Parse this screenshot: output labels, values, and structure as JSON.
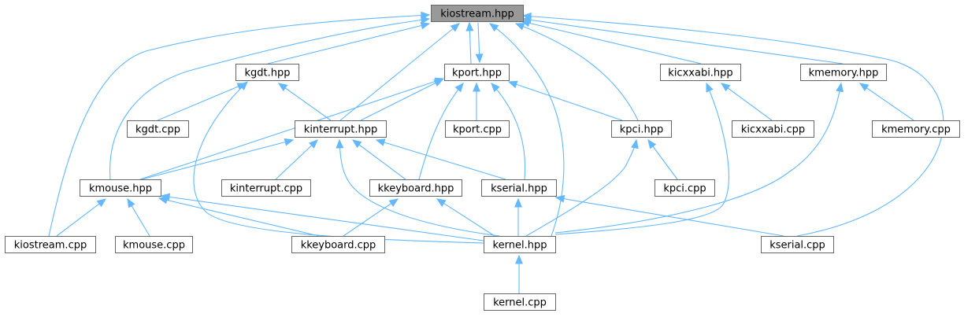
{
  "graph": {
    "nodes": [
      {
        "id": "kiostream_hpp",
        "label": "kiostream.hpp",
        "highlighted": true
      },
      {
        "id": "kgdt_hpp",
        "label": "kgdt.hpp"
      },
      {
        "id": "kport_hpp",
        "label": "kport.hpp"
      },
      {
        "id": "kicxxabi_hpp",
        "label": "kicxxabi.hpp"
      },
      {
        "id": "kmemory_hpp",
        "label": "kmemory.hpp"
      },
      {
        "id": "kgdt_cpp",
        "label": "kgdt.cpp"
      },
      {
        "id": "kinterrupt_hpp",
        "label": "kinterrupt.hpp"
      },
      {
        "id": "kport_cpp",
        "label": "kport.cpp"
      },
      {
        "id": "kpci_hpp",
        "label": "kpci.hpp"
      },
      {
        "id": "kicxxabi_cpp",
        "label": "kicxxabi.cpp"
      },
      {
        "id": "kmemory_cpp",
        "label": "kmemory.cpp"
      },
      {
        "id": "kmouse_hpp",
        "label": "kmouse.hpp"
      },
      {
        "id": "kinterrupt_cpp",
        "label": "kinterrupt.cpp"
      },
      {
        "id": "kkeyboard_hpp",
        "label": "kkeyboard.hpp"
      },
      {
        "id": "kserial_hpp",
        "label": "kserial.hpp"
      },
      {
        "id": "kpci_cpp",
        "label": "kpci.cpp"
      },
      {
        "id": "kiostream_cpp",
        "label": "kiostream.cpp"
      },
      {
        "id": "kmouse_cpp",
        "label": "kmouse.cpp"
      },
      {
        "id": "kkeyboard_cpp",
        "label": "kkeyboard.cpp"
      },
      {
        "id": "kernel_hpp",
        "label": "kernel.hpp"
      },
      {
        "id": "kserial_cpp",
        "label": "kserial.cpp"
      },
      {
        "id": "kernel_cpp",
        "label": "kernel.cpp"
      }
    ],
    "edges": [
      {
        "from": "kgdt_hpp",
        "to": "kiostream_hpp"
      },
      {
        "from": "kport_hpp",
        "to": "kiostream_hpp"
      },
      {
        "from": "kiostream_hpp",
        "to": "kport_hpp"
      },
      {
        "from": "kicxxabi_hpp",
        "to": "kiostream_hpp"
      },
      {
        "from": "kmemory_hpp",
        "to": "kiostream_hpp"
      },
      {
        "from": "kinterrupt_hpp",
        "to": "kiostream_hpp"
      },
      {
        "from": "kpci_hpp",
        "to": "kiostream_hpp"
      },
      {
        "from": "kmouse_hpp",
        "to": "kiostream_hpp"
      },
      {
        "from": "kiostream_cpp",
        "to": "kiostream_hpp"
      },
      {
        "from": "kernel_hpp",
        "to": "kiostream_hpp"
      },
      {
        "from": "kserial_cpp",
        "to": "kiostream_hpp"
      },
      {
        "from": "kgdt_cpp",
        "to": "kgdt_hpp"
      },
      {
        "from": "kinterrupt_hpp",
        "to": "kgdt_hpp"
      },
      {
        "from": "kernel_hpp",
        "to": "kgdt_hpp"
      },
      {
        "from": "kinterrupt_hpp",
        "to": "kport_hpp"
      },
      {
        "from": "kport_cpp",
        "to": "kport_hpp"
      },
      {
        "from": "kpci_hpp",
        "to": "kport_hpp"
      },
      {
        "from": "kmouse_hpp",
        "to": "kport_hpp"
      },
      {
        "from": "kkeyboard_hpp",
        "to": "kport_hpp"
      },
      {
        "from": "kserial_hpp",
        "to": "kport_hpp"
      },
      {
        "from": "kicxxabi_cpp",
        "to": "kicxxabi_hpp"
      },
      {
        "from": "kernel_hpp",
        "to": "kicxxabi_hpp"
      },
      {
        "from": "kmemory_cpp",
        "to": "kmemory_hpp"
      },
      {
        "from": "kernel_hpp",
        "to": "kmemory_hpp"
      },
      {
        "from": "kmouse_hpp",
        "to": "kinterrupt_hpp"
      },
      {
        "from": "kinterrupt_cpp",
        "to": "kinterrupt_hpp"
      },
      {
        "from": "kkeyboard_hpp",
        "to": "kinterrupt_hpp"
      },
      {
        "from": "kserial_hpp",
        "to": "kinterrupt_hpp"
      },
      {
        "from": "kernel_hpp",
        "to": "kinterrupt_hpp"
      },
      {
        "from": "kpci_cpp",
        "to": "kpci_hpp"
      },
      {
        "from": "kernel_hpp",
        "to": "kpci_hpp"
      },
      {
        "from": "kiostream_cpp",
        "to": "kmouse_hpp"
      },
      {
        "from": "kmouse_cpp",
        "to": "kmouse_hpp"
      },
      {
        "from": "kkeyboard_cpp",
        "to": "kmouse_hpp"
      },
      {
        "from": "kernel_hpp",
        "to": "kmouse_hpp"
      },
      {
        "from": "kkeyboard_cpp",
        "to": "kkeyboard_hpp"
      },
      {
        "from": "kernel_hpp",
        "to": "kkeyboard_hpp"
      },
      {
        "from": "kernel_hpp",
        "to": "kserial_hpp"
      },
      {
        "from": "kserial_cpp",
        "to": "kserial_hpp"
      },
      {
        "from": "kernel_cpp",
        "to": "kernel_hpp"
      }
    ]
  },
  "colors": {
    "edge": "#63b8ff",
    "node_border": "#666666",
    "node_fill": "#ffffff",
    "highlight_fill": "#999999"
  }
}
